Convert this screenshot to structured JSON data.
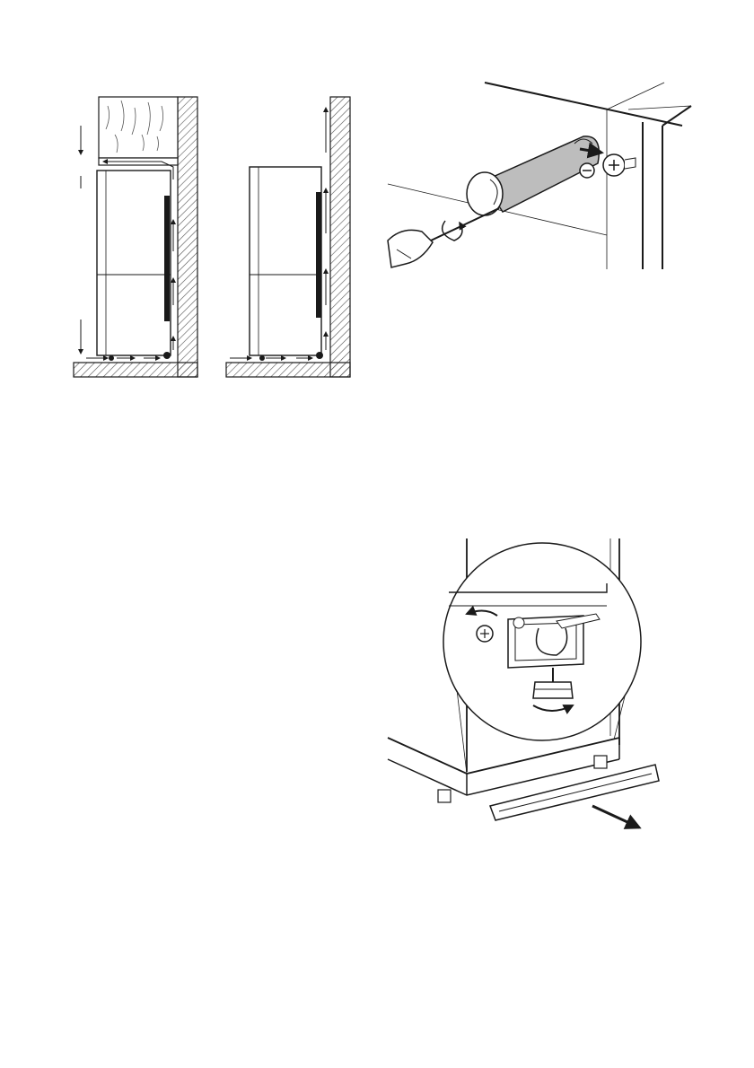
{
  "figures": [
    {
      "name": "ventilation-recessed-installation"
    },
    {
      "name": "ventilation-freestanding-installation"
    },
    {
      "name": "door-reversal-screwdriver"
    },
    {
      "name": "leveling-feet-plinth-removal"
    }
  ],
  "icons": [
    "plus-screw-icon",
    "minus-screw-icon",
    "rotation-arrow-icon",
    "airflow-arrow-icon",
    "pull-arrow-icon"
  ],
  "colors": {
    "line": "#1a1a1a",
    "shade": "#bdbdbd",
    "background": "#ffffff",
    "hatch": "#555555"
  }
}
